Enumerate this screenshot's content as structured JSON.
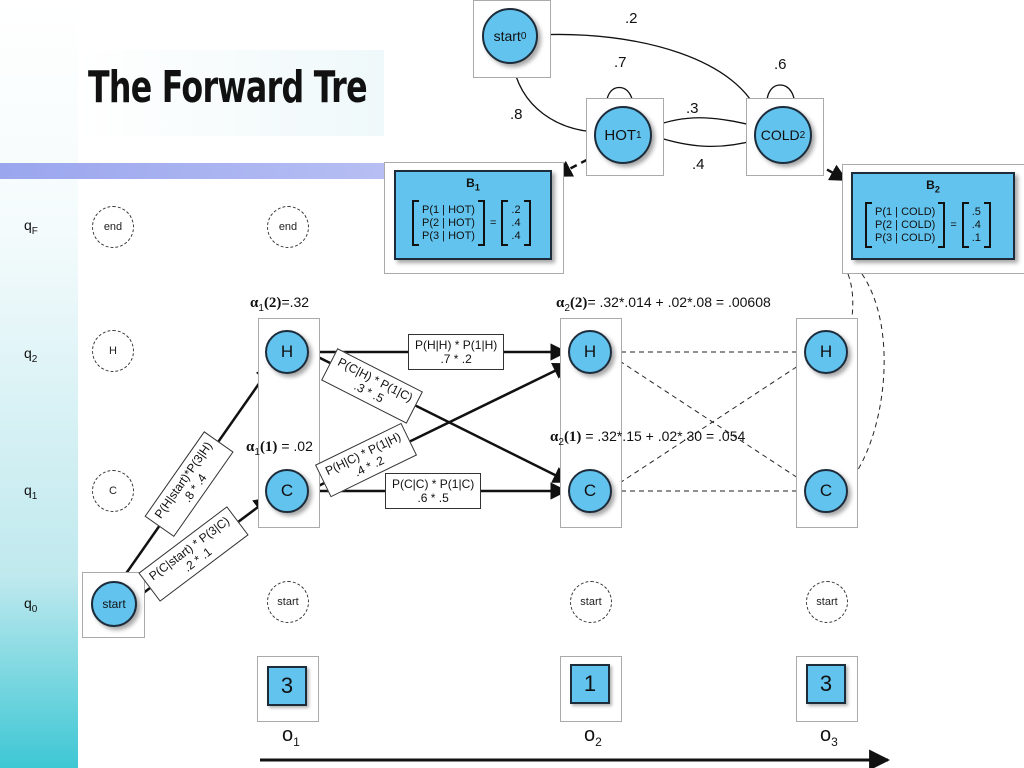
{
  "slide": {
    "title": "The Forward Tre"
  },
  "rows": {
    "qF": "q",
    "qF_sub": "F",
    "q2": "q",
    "q2_sub": "2",
    "q1": "q",
    "q1_sub": "1",
    "q0": "q",
    "q0_sub": "0"
  },
  "trellis": {
    "end_label": "end",
    "start_label": "start",
    "H_label": "H",
    "C_label": "C",
    "observations": [
      "3",
      "1",
      "3"
    ],
    "obs_labels": [
      "o",
      "o",
      "o"
    ],
    "obs_subs": [
      "1",
      "2",
      "3"
    ]
  },
  "alphas": {
    "a1_2": {
      "sym": "α",
      "sub": "1",
      "arg": "(2)",
      "rest": "=.32"
    },
    "a1_1": {
      "sym": "α",
      "sub": "1",
      "arg": "(1)",
      "rest": " = .02"
    },
    "a2_2": {
      "sym": "α",
      "sub": "2",
      "arg": "(2)",
      "rest": "= .32*.014 + .02*.08 = .00608"
    },
    "a2_1": {
      "sym": "α",
      "sub": "2",
      "arg": "(1)",
      "rest": " = .32*.15 + .02*.30 = .054"
    }
  },
  "transitions": {
    "start_H": {
      "l1": "P(H|start)*P(3|H)",
      "l2": ".8 * .4"
    },
    "start_C": {
      "l1": "P(C|start) * P(3|C)",
      "l2": ".2 * .1"
    },
    "H_H": {
      "l1": "P(H|H) * P(1|H)",
      "l2": ".7 * .2"
    },
    "H_C": {
      "l1": "P(C|H) * P(1|C)",
      "l2": ".3 * .5"
    },
    "C_H": {
      "l1": "P(H|C) * P(1|H)",
      "l2": ".4 * .2"
    },
    "C_C": {
      "l1": "P(C|C) * P(1|C)",
      "l2": ".6 * .5"
    }
  },
  "hmm": {
    "start": "start",
    "start_sub": "0",
    "hot": "HOT",
    "hot_sub": "1",
    "cold": "COLD",
    "cold_sub": "2",
    "edges": {
      "start_cold": ".2",
      "start_hot": ".8",
      "hot_self": ".7",
      "cold_self": ".6",
      "hot_cold": ".3",
      "cold_hot": ".4"
    },
    "B1": {
      "name": "B",
      "sub": "1",
      "rows": [
        "P(1 | HOT)",
        "P(2 | HOT)",
        "P(3 | HOT)"
      ],
      "eq": "=",
      "vals": [
        ".2",
        ".4",
        ".4"
      ]
    },
    "B2": {
      "name": "B",
      "sub": "2",
      "rows": [
        "P(1 | COLD)",
        "P(2 | COLD)",
        "P(3 | COLD)"
      ],
      "eq": "=",
      "vals": [
        ".5",
        ".4",
        ".1"
      ]
    }
  },
  "colors": {
    "node_fill": "#62c3ee",
    "node_stroke": "#1d2c3a",
    "accent": "#3ec7d4",
    "bar": "#9aa6ee"
  }
}
